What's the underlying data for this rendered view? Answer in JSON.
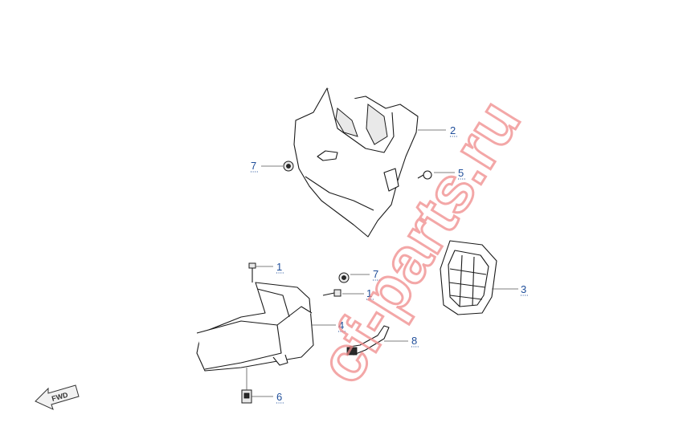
{
  "watermark": "cf-parts.ru",
  "direction_marker": "FWD",
  "callouts": [
    {
      "id": "c-7a",
      "label": "7"
    },
    {
      "id": "c-2",
      "label": "2"
    },
    {
      "id": "c-5",
      "label": "5"
    },
    {
      "id": "c-1a",
      "label": "1"
    },
    {
      "id": "c-7b",
      "label": "7"
    },
    {
      "id": "c-1b",
      "label": "1"
    },
    {
      "id": "c-3",
      "label": "3"
    },
    {
      "id": "c-4",
      "label": "4"
    },
    {
      "id": "c-8",
      "label": "8"
    },
    {
      "id": "c-6",
      "label": "6"
    }
  ],
  "colors": {
    "callout": "#1f4e9a",
    "watermark": "#f08a8a",
    "outline": "#1a1a1a"
  }
}
